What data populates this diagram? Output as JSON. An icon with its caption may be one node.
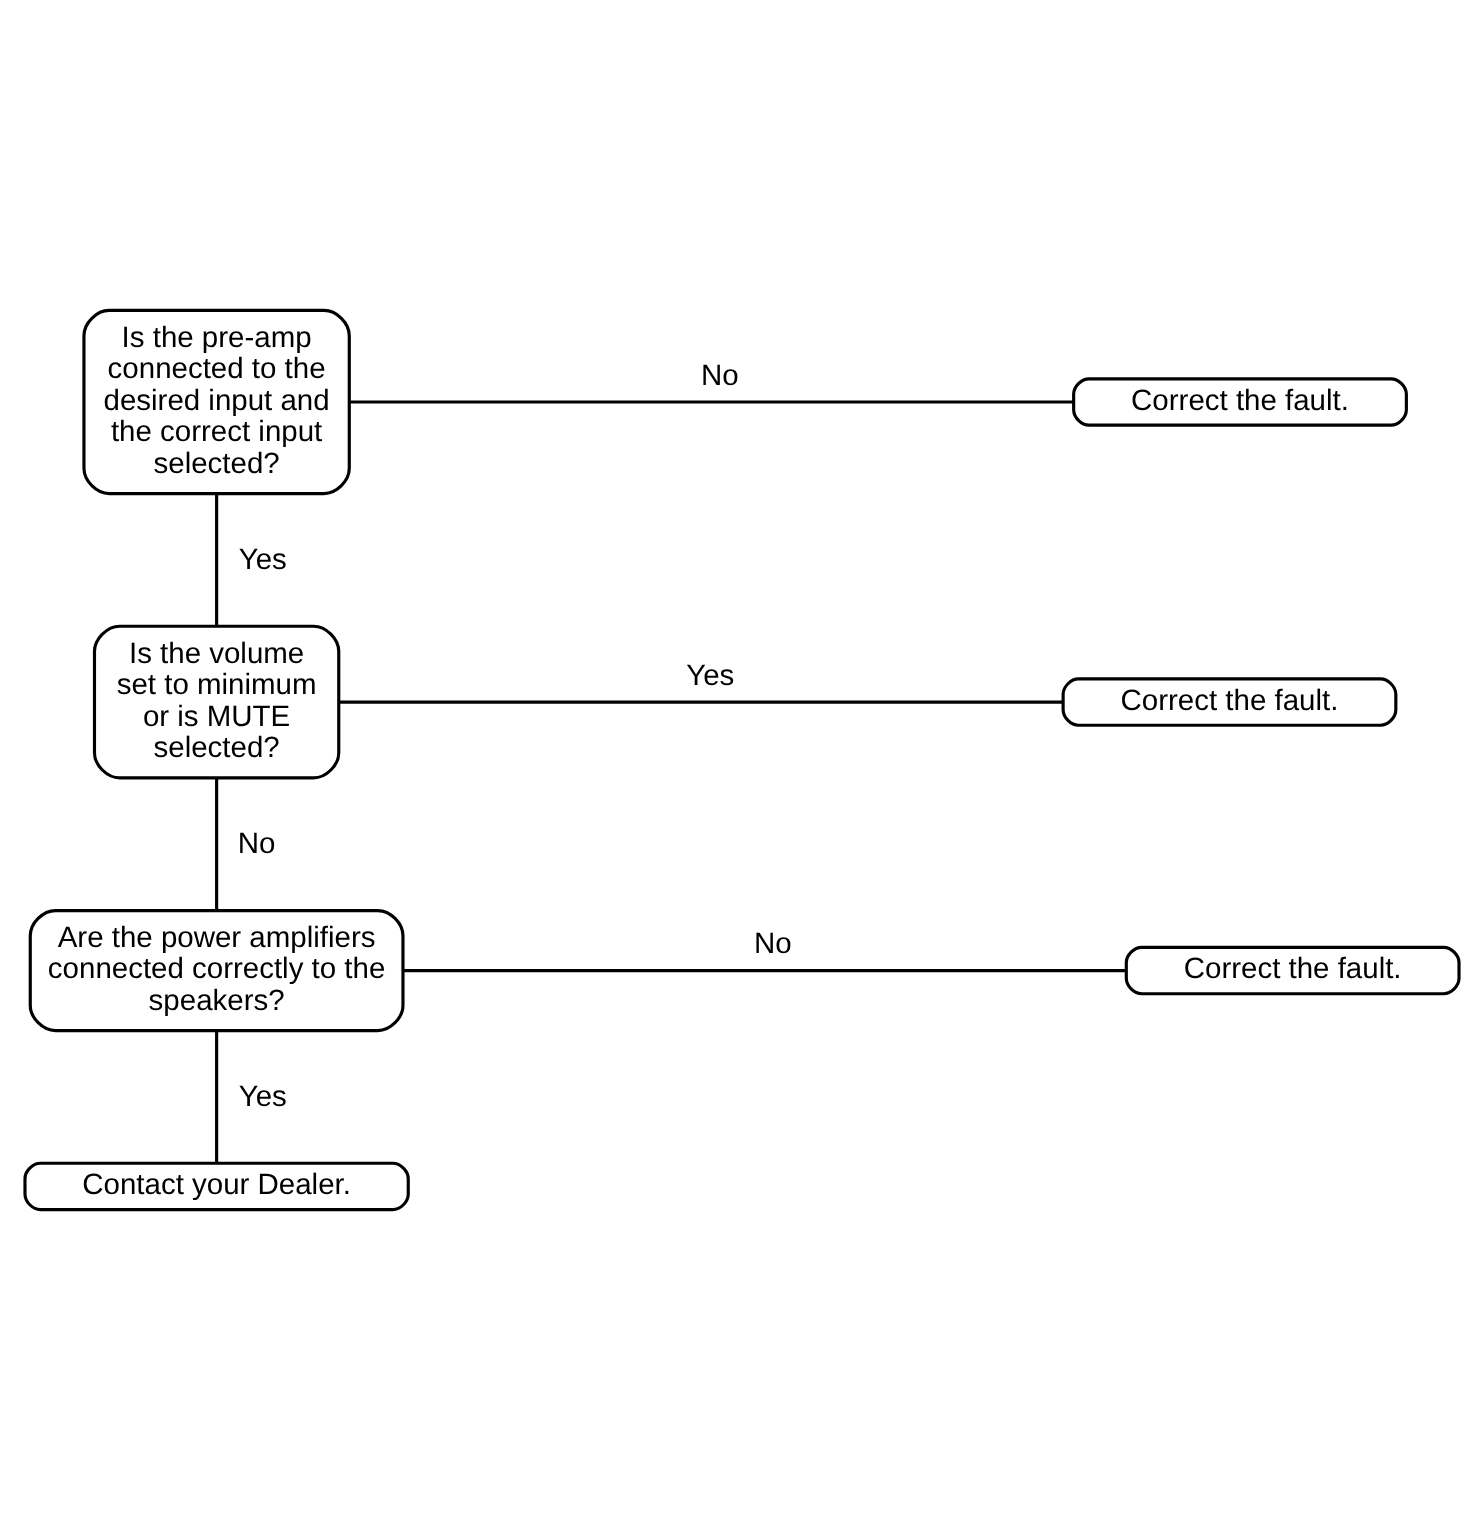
{
  "diagram": {
    "nodes": [
      {
        "text": [
          "Is the pre-amp connected to the desired input and the correct input selected?"
        ]
      },
      {
        "text": [
          "Correct the fault."
        ]
      },
      {
        "text": [
          "Is the volume set to minimum or is MUTE selected?"
        ]
      },
      {
        "text": [
          "Correct the fault."
        ]
      },
      {
        "text": [
          "Are the power amplifiers connected correctly to the speakers?"
        ]
      },
      {
        "text": [
          "Correct the fault."
        ]
      },
      {
        "text": [
          "Contact your Dealer."
        ]
      }
    ],
    "edges": [
      {
        "from": 0,
        "to": 1,
        "arrow": "none",
        "label": "No"
      },
      {
        "from": 0,
        "to": 2,
        "arrow": "none",
        "label": "Yes"
      },
      {
        "from": 2,
        "to": 3,
        "arrow": "none",
        "label": "Yes"
      },
      {
        "from": 2,
        "to": 4,
        "arrow": "none",
        "label": "No"
      },
      {
        "from": 4,
        "to": 5,
        "arrow": "none",
        "label": "No"
      },
      {
        "from": 4,
        "to": 6,
        "arrow": "none",
        "label": "Yes"
      }
    ]
  }
}
